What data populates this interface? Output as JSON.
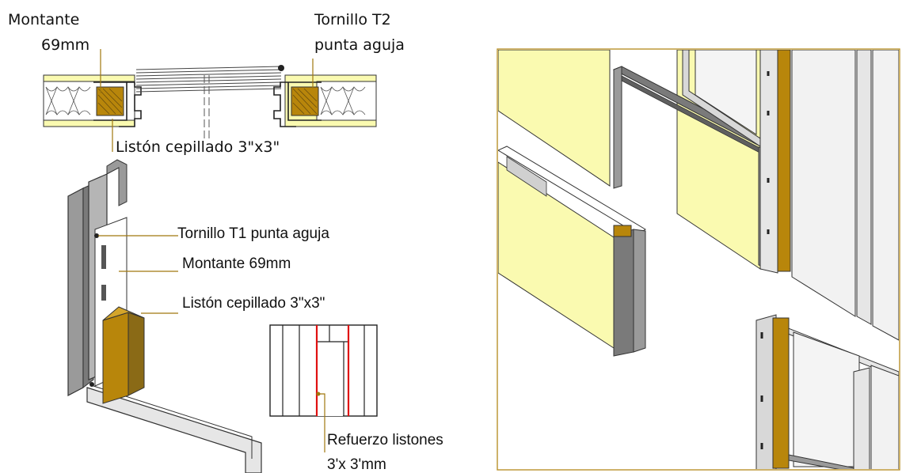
{
  "section_top": {
    "label_montante_line1": "Montante",
    "label_montante_line2": "69mm",
    "label_tornillo_line1": "Tornillo T2",
    "label_tornillo_line2": "punta aguja",
    "label_liston": "Listón cepillado 3\"x3\""
  },
  "iso_detail": {
    "label_tornillo": "Tornillo T1 punta aguja",
    "label_montante": "Montante 69mm",
    "label_liston": "Listón cepillado 3\"x3\""
  },
  "elevation_detail": {
    "label_refuerzo_line1": "Refuerzo listones",
    "label_refuerzo_line2": "3'x 3'mm"
  },
  "colors": {
    "wood": "#b8860b",
    "wood_dark": "#8a6a16",
    "gypsum": "#fafab0",
    "leader": "#a0780e",
    "reinforcement": "#e01010",
    "frame_border": "#b8912a",
    "steel": "#9a9a9a",
    "steel_dark": "#5f5f5f"
  }
}
